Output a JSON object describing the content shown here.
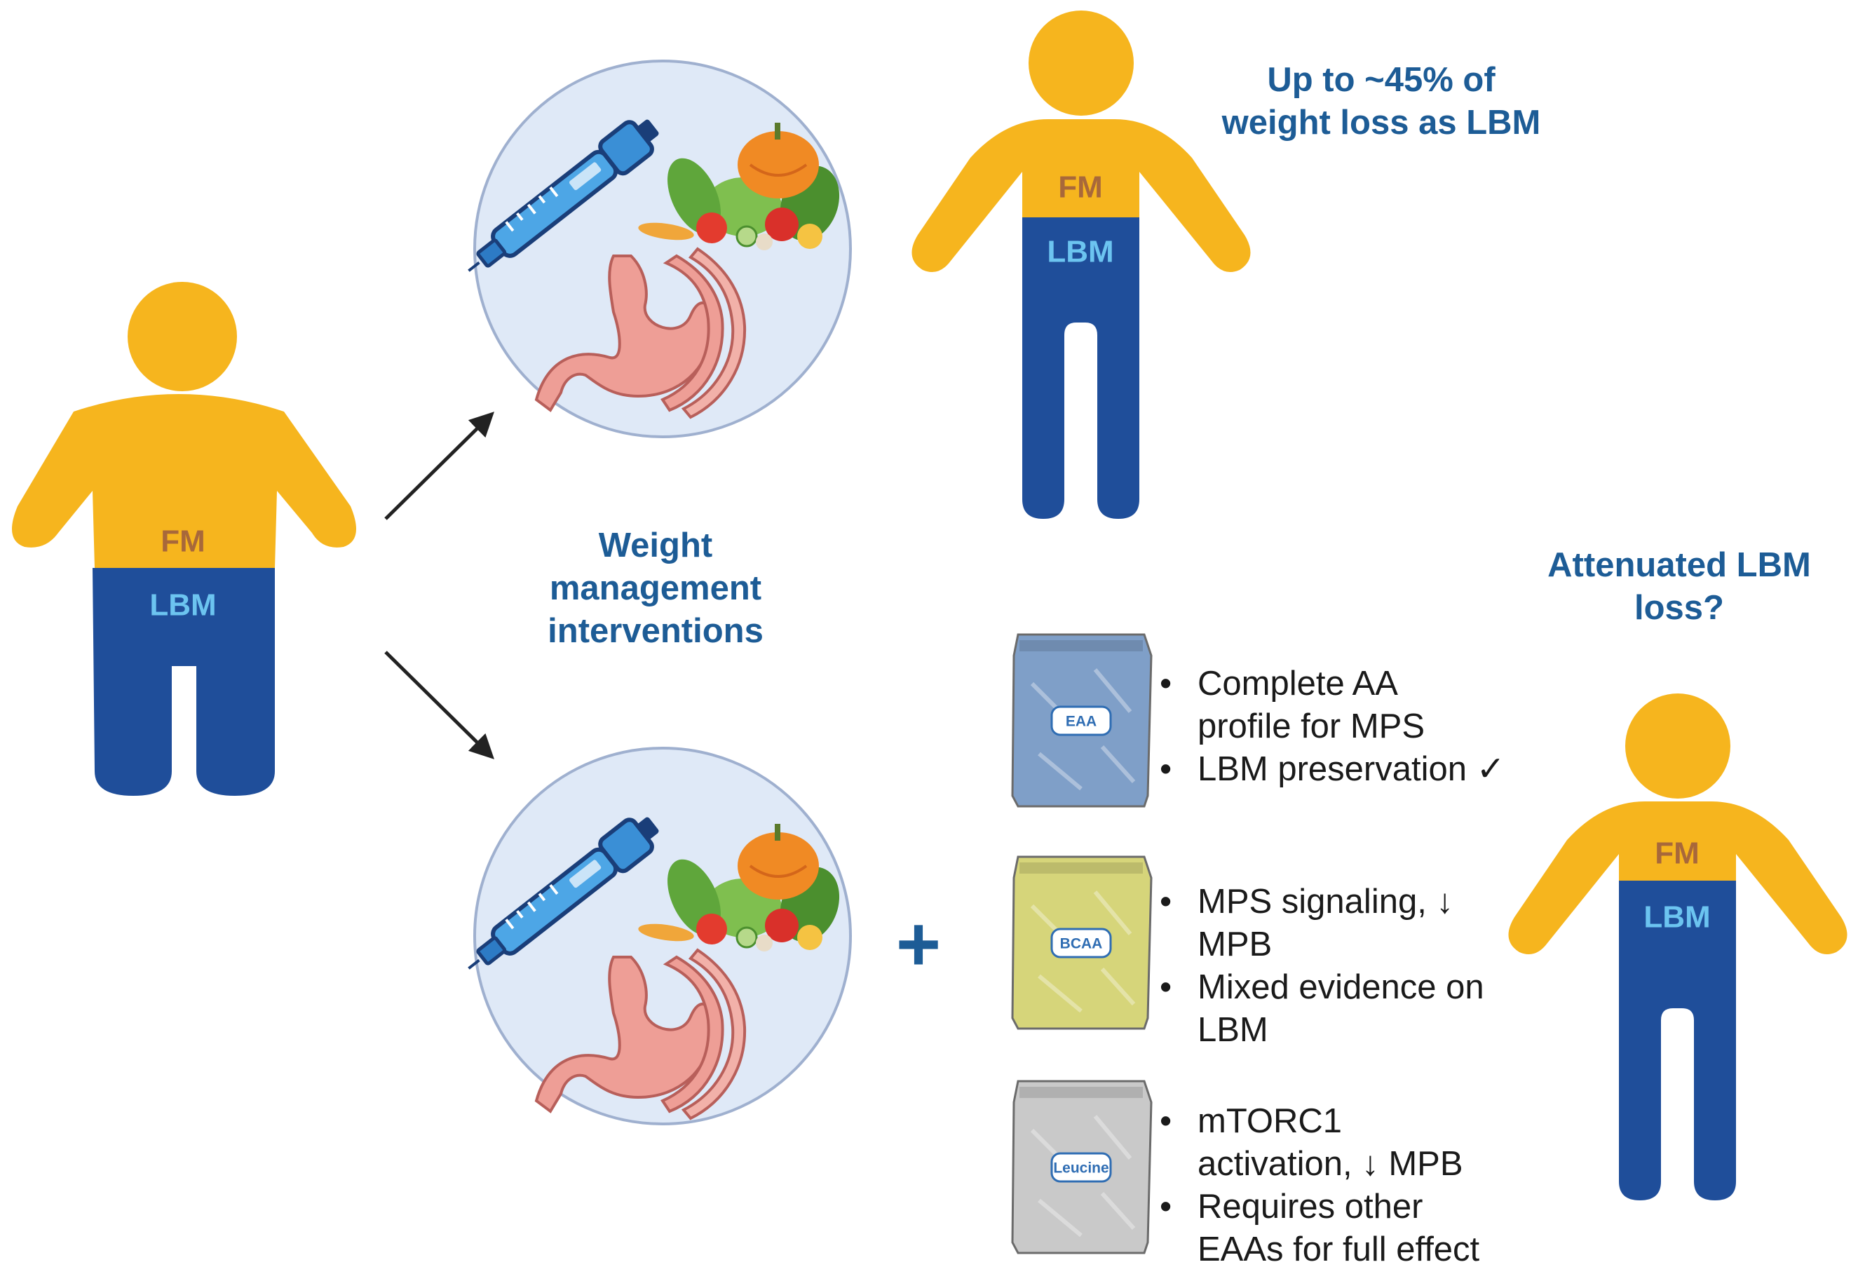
{
  "figures": {
    "before": {
      "fat_label": "FM",
      "lean_label": "LBM"
    },
    "standard_result": {
      "fat_label": "FM",
      "lean_label": "LBM"
    },
    "supplemented_result": {
      "fat_label": "FM",
      "lean_label": "LBM"
    }
  },
  "headings": {
    "standard_outcome": [
      "Up to ~45% of",
      "weight loss as LBM"
    ],
    "intervention": [
      "Weight",
      "management",
      "interventions"
    ],
    "supplemented_outcome": [
      "Attenuated LBM",
      "loss?"
    ]
  },
  "plus_sign": "+",
  "supplements": [
    {
      "label": "EAA",
      "color": "#7f9fc8",
      "bullets": [
        [
          "Complete AA",
          "profile for MPS"
        ],
        [
          "LBM preservation ✓"
        ]
      ]
    },
    {
      "label": "BCAA",
      "color": "#d6d57a",
      "bullets": [
        [
          "MPS signaling, ↓",
          "MPB"
        ],
        [
          "Mixed evidence on",
          "LBM"
        ]
      ]
    },
    {
      "label": "Leucine",
      "color": "#c9c9c9",
      "bullets": [
        [
          "mTORC1",
          "activation, ↓ MPB"
        ],
        [
          "Requires other",
          "EAAs for full effect"
        ]
      ]
    }
  ],
  "colors": {
    "fat": "#f6b51e",
    "lean": "#1f4e9a",
    "fat_text": "#a8683a",
    "lean_text": "#6cc4f0",
    "heading": "#1d5c96",
    "circle_fill": "#dfe9f7",
    "circle_stroke": "#9fb0cf"
  },
  "icons": [
    "insulin-pen-icon",
    "vegetables-icon",
    "stomach-icon"
  ]
}
